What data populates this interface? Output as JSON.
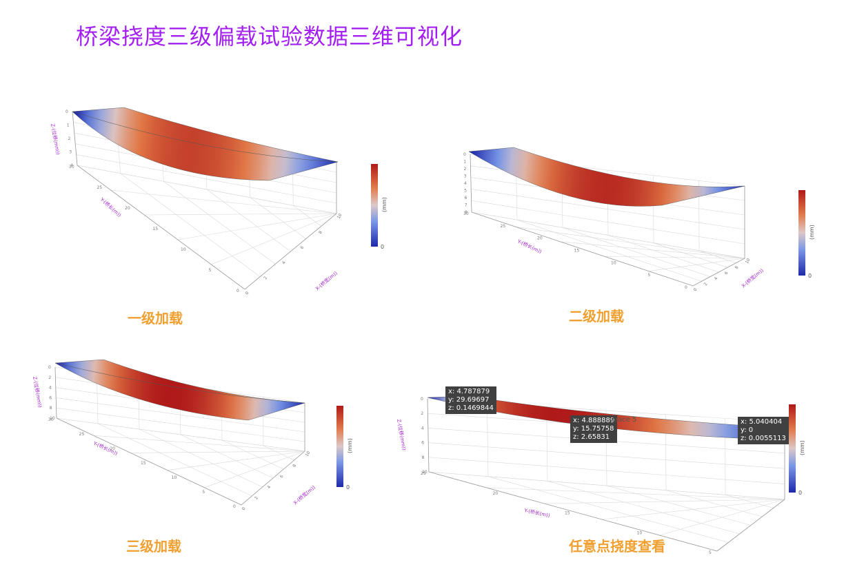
{
  "title": "桥梁挠度三级偏载试验数据三维可视化",
  "chart_data": [
    {
      "type": "surface",
      "caption": "一级加载",
      "xlabel": "X-(桥宽(m))",
      "ylabel": "Y-(桥长(m))",
      "zlabel": "Z-(位移(mm))",
      "colorbar_label": "(mm)",
      "colorbar_min": "0",
      "z_ticks": [
        "0",
        "1",
        "2",
        "3",
        "4"
      ],
      "y_ticks": [
        "30",
        "25",
        "20",
        "15",
        "10",
        "5",
        "0"
      ],
      "x_ticks": [
        "0",
        "2",
        "4",
        "6",
        "8",
        "10"
      ]
    },
    {
      "type": "surface",
      "caption": "二级加载",
      "xlabel": "X-(桥宽(m))",
      "ylabel": "Y-(桥长(m))",
      "colorbar_label": "(mm)",
      "colorbar_min": "0",
      "z_ticks": [
        "0",
        "1",
        "2",
        "3",
        "4",
        "5",
        "6",
        "7",
        "8"
      ],
      "y_ticks": [
        "30",
        "25",
        "20",
        "15",
        "10",
        "5",
        "0"
      ],
      "x_ticks": [
        "0",
        "2",
        "4",
        "6",
        "8",
        "10"
      ]
    },
    {
      "type": "surface",
      "caption": "三级加载",
      "xlabel": "X-(桥宽(m))",
      "ylabel": "Y-(桥长(m))",
      "zlabel": "Z-(位移(mm))",
      "colorbar_label": "(mm)",
      "colorbar_min": "0",
      "z_ticks": [
        "0",
        "2",
        "4",
        "6",
        "8",
        "10"
      ],
      "y_ticks": [
        "30",
        "25",
        "20",
        "15",
        "10",
        "5",
        "0"
      ],
      "x_ticks": [
        "0",
        "2",
        "4",
        "6",
        "8",
        "10"
      ]
    },
    {
      "type": "surface",
      "caption": "任意点挠度查看",
      "ylabel": "Y-(桥长(m))",
      "zlabel": "Z-(位移(mm))",
      "colorbar_label": "(mm)",
      "colorbar_min": "0",
      "z_ticks": [
        "0",
        "2",
        "4",
        "6",
        "8",
        "10"
      ],
      "y_ticks": [
        "25",
        "20",
        "15",
        "10",
        "5"
      ],
      "trace_label": "trace 5",
      "tooltips": [
        {
          "text": "x: 4.787879\ny: 29.69697\nz: 0.1469844"
        },
        {
          "text": "x: 4.888889\ny: 15.75758\nz: 2.65831"
        },
        {
          "text": "x: 5.040404\ny: 0\nz: 0.0055113"
        }
      ]
    }
  ]
}
